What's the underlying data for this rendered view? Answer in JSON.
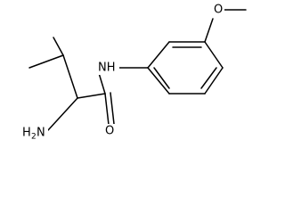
{
  "molecule": {
    "atoms": {
      "nh": {
        "symbol": "NH"
      },
      "o_carbonyl": {
        "symbol": "O"
      },
      "o_ether": {
        "symbol": "O"
      },
      "amine": {
        "symbol": "H",
        "subscript": "2",
        "suffix": "N"
      }
    }
  }
}
